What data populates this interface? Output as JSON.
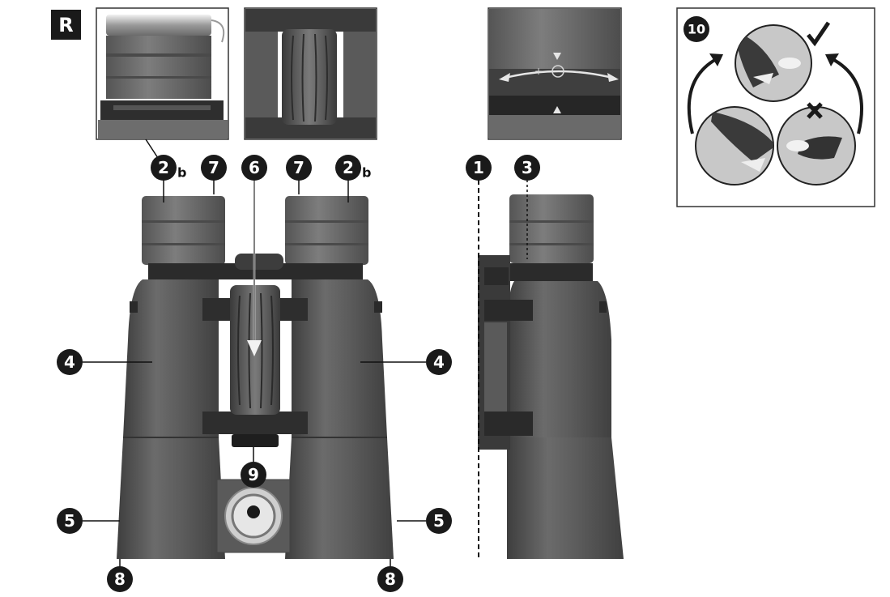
{
  "figure": {
    "badge": "R",
    "callouts": {
      "c2b_left": "2",
      "c2b_left_suffix": "b",
      "c7_left": "7",
      "c6": "6",
      "c7_right": "7",
      "c2b_right": "2",
      "c2b_right_suffix": "b",
      "c1": "1",
      "c3": "3",
      "c4_left": "4",
      "c4_right": "4",
      "c5_left": "5",
      "c5_right": "5",
      "c8_left": "8",
      "c8_right": "8",
      "c9": "9",
      "c10": "10"
    },
    "colors": {
      "body": "#5a5a5a",
      "body_dark": "#3d3d3d",
      "body_light": "#8a8a8a",
      "ink": "#111111",
      "marker": "#1a1a1a"
    }
  }
}
